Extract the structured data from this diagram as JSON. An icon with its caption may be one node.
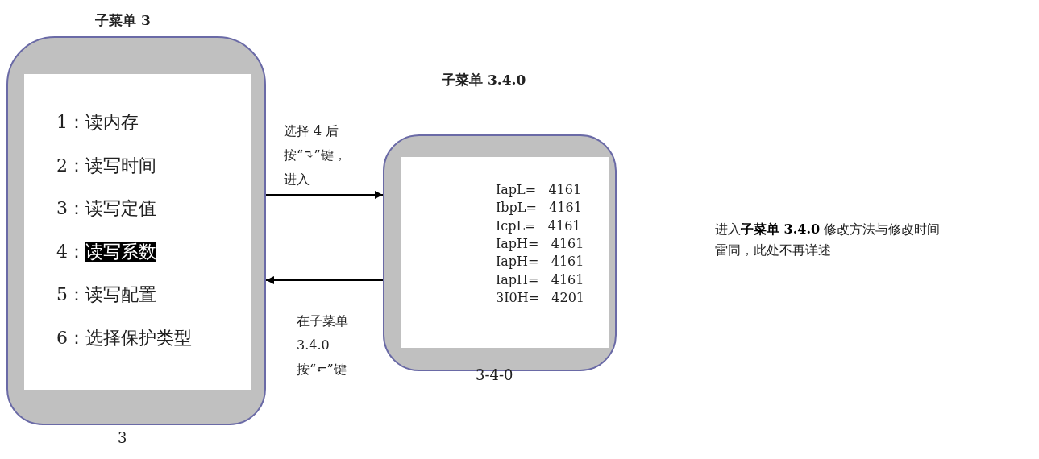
{
  "diagram": {
    "nodes": [
      {
        "text": [
          "子菜单 3",
          "1：读内存",
          "2：读写时间",
          "3：读写定值",
          "4：**读写系数**",
          "5：读写配置",
          "6：选择保护类型"
        ],
        "beside": [
          "3"
        ]
      },
      {
        "text": [
          "子菜单 3.4.0",
          "IapL=   4161",
          "IbpL=   4161",
          "IcpL=   4161",
          "IapH=   4161",
          "IapH=   4161",
          "IapH=   4161",
          "3I0H=   4201"
        ],
        "beside": [
          "3-4-0"
        ]
      }
    ],
    "edges": [
      {
        "from": 0,
        "to": 1,
        "arrow": "to",
        "label": "选择 4 后按“↴”键，进入"
      },
      {
        "from": 1,
        "to": 0,
        "arrow": "to",
        "label": "在子菜单 3.4.0 按“⬐”键"
      }
    ],
    "labels": [
      "进入**子菜单 3.4.0** 修改方法与修改时间雷同，此处不再详述"
    ]
  }
}
